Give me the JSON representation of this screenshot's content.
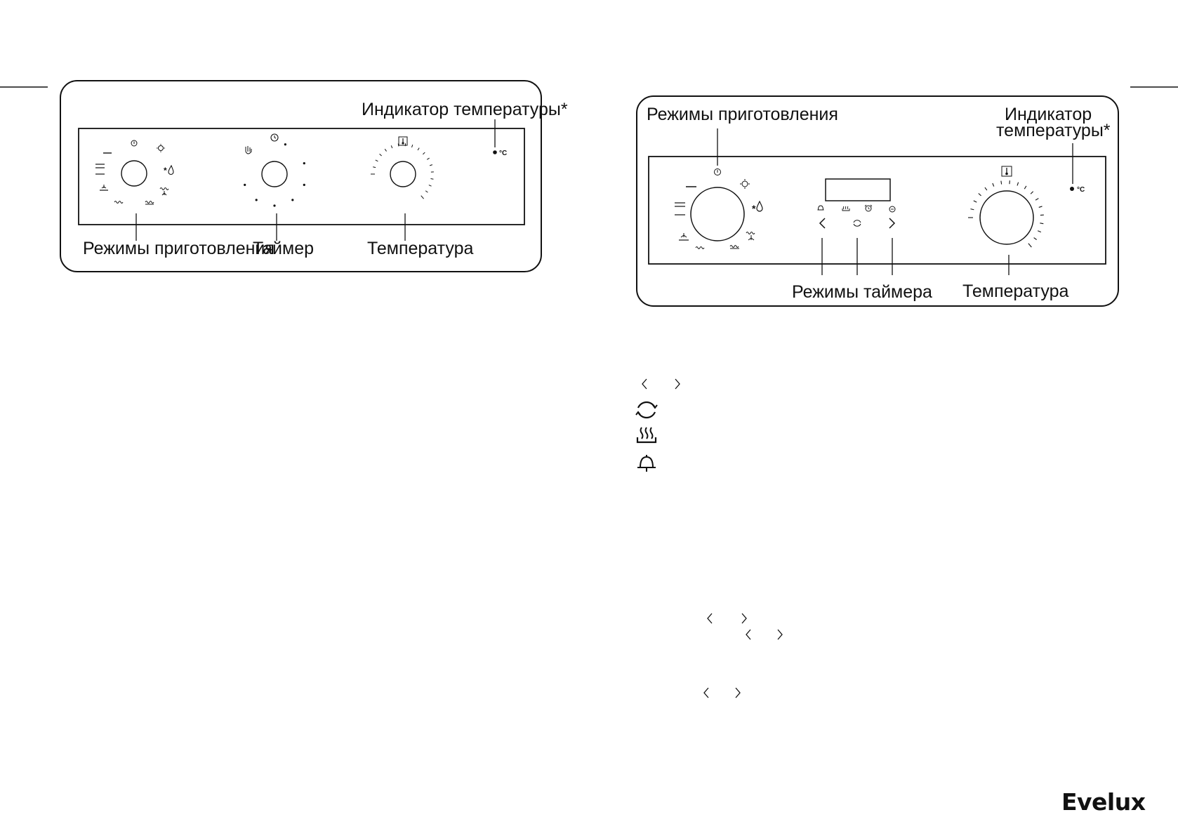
{
  "left_panel": {
    "temp_indicator_label": "Индикатор температуры*",
    "celsius": "°C",
    "modes_label": "Режимы приготовления",
    "timer_label": "Таймер",
    "temperature_label": "Температура",
    "defrost_symbol": "*"
  },
  "right_panel": {
    "modes_label": "Режимы приготовления",
    "temp_indicator_line1": "Индикатор",
    "temp_indicator_line2": "температуры*",
    "celsius": "°C",
    "timer_modes_label": "Режимы таймера",
    "temperature_label": "Температура",
    "defrost_symbol": "*"
  },
  "symbols_legend": {
    "items": [
      {
        "icon": "left-right-arrows-icon"
      },
      {
        "icon": "cycle-icon"
      },
      {
        "icon": "steam-heat-icon"
      },
      {
        "icon": "bell-icon"
      }
    ]
  },
  "inline_arrows": [
    {
      "icon": "left-right-arrows-icon"
    },
    {
      "icon": "left-right-arrows-icon"
    },
    {
      "icon": "left-right-arrows-icon"
    }
  ],
  "brand": {
    "logo_text": "Evelux"
  },
  "colors": {
    "ink": "#111111",
    "background": "#ffffff"
  }
}
